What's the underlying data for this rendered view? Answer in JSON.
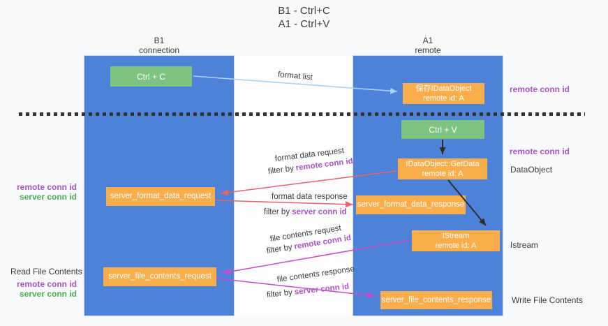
{
  "title": {
    "line1": "B1 - Ctrl+C",
    "line2": "A1 - Ctrl+V"
  },
  "colors": {
    "page_bg": "#f8f9fb",
    "strip_bg": "#fdfdfe",
    "lane_blue": "#4d82d8",
    "lane_border": "#ccd8ef",
    "box_orange": "#f9ae4b",
    "box_green": "#7cc47f",
    "arrow_lightblue": "#a9d3f2",
    "arrow_red": "#e8636c",
    "arrow_magenta": "#c94ac9",
    "arrow_black": "#2d2d2d",
    "text_dark": "#3c3c3c",
    "text_purple": "#a855c8",
    "text_green": "#4aae54",
    "dash_color": "#333333"
  },
  "lanes": {
    "left": {
      "title": "B1",
      "subtitle": "connection"
    },
    "right": {
      "title": "A1",
      "subtitle": "remote"
    }
  },
  "nodes": {
    "ctrl_c": {
      "label": "Ctrl + C"
    },
    "ctrl_v": {
      "label": "Ctrl + V"
    },
    "save_dataobject": {
      "line1": "保存IDataObject",
      "line2": "remote id: A"
    },
    "getdata": {
      "line1": "IDataObject::GetData",
      "line2": "remote id: A"
    },
    "istream": {
      "line1": "IStream",
      "line2": "remote id: A"
    },
    "format_request": {
      "label": "server_format_data_request"
    },
    "format_response": {
      "label": "server_format_data_response"
    },
    "file_request": {
      "label": "server_file_contents_request"
    },
    "file_response": {
      "label": "server_file_contents_response"
    }
  },
  "annotations": {
    "remote_conn_top_right": "remote conn id",
    "remote_conn_mid_right": "remote conn id",
    "dataobject": "DataObject",
    "istream": "Istream",
    "write_file_contents": "Write File Contents",
    "read_file_contents": "Read File Contents",
    "remote_conn_left_1": "remote conn id",
    "server_conn_left_1": "server conn id",
    "remote_conn_left_2": "remote conn id",
    "server_conn_left_2": "server conn id"
  },
  "flows": {
    "format_list": {
      "label": "format list"
    },
    "format_request": {
      "label": "format data request",
      "filter_prefix": "filter by",
      "filter_key": "remote conn id"
    },
    "format_response": {
      "label": "format data response",
      "filter_prefix": "filter by",
      "filter_key": "server conn id"
    },
    "file_request": {
      "label": "file contents request",
      "filter_prefix": "filter by",
      "filter_key": "remote conn id"
    },
    "file_response": {
      "label": "file contents response",
      "filter_prefix": "filter by",
      "filter_key": "server conn id"
    }
  }
}
